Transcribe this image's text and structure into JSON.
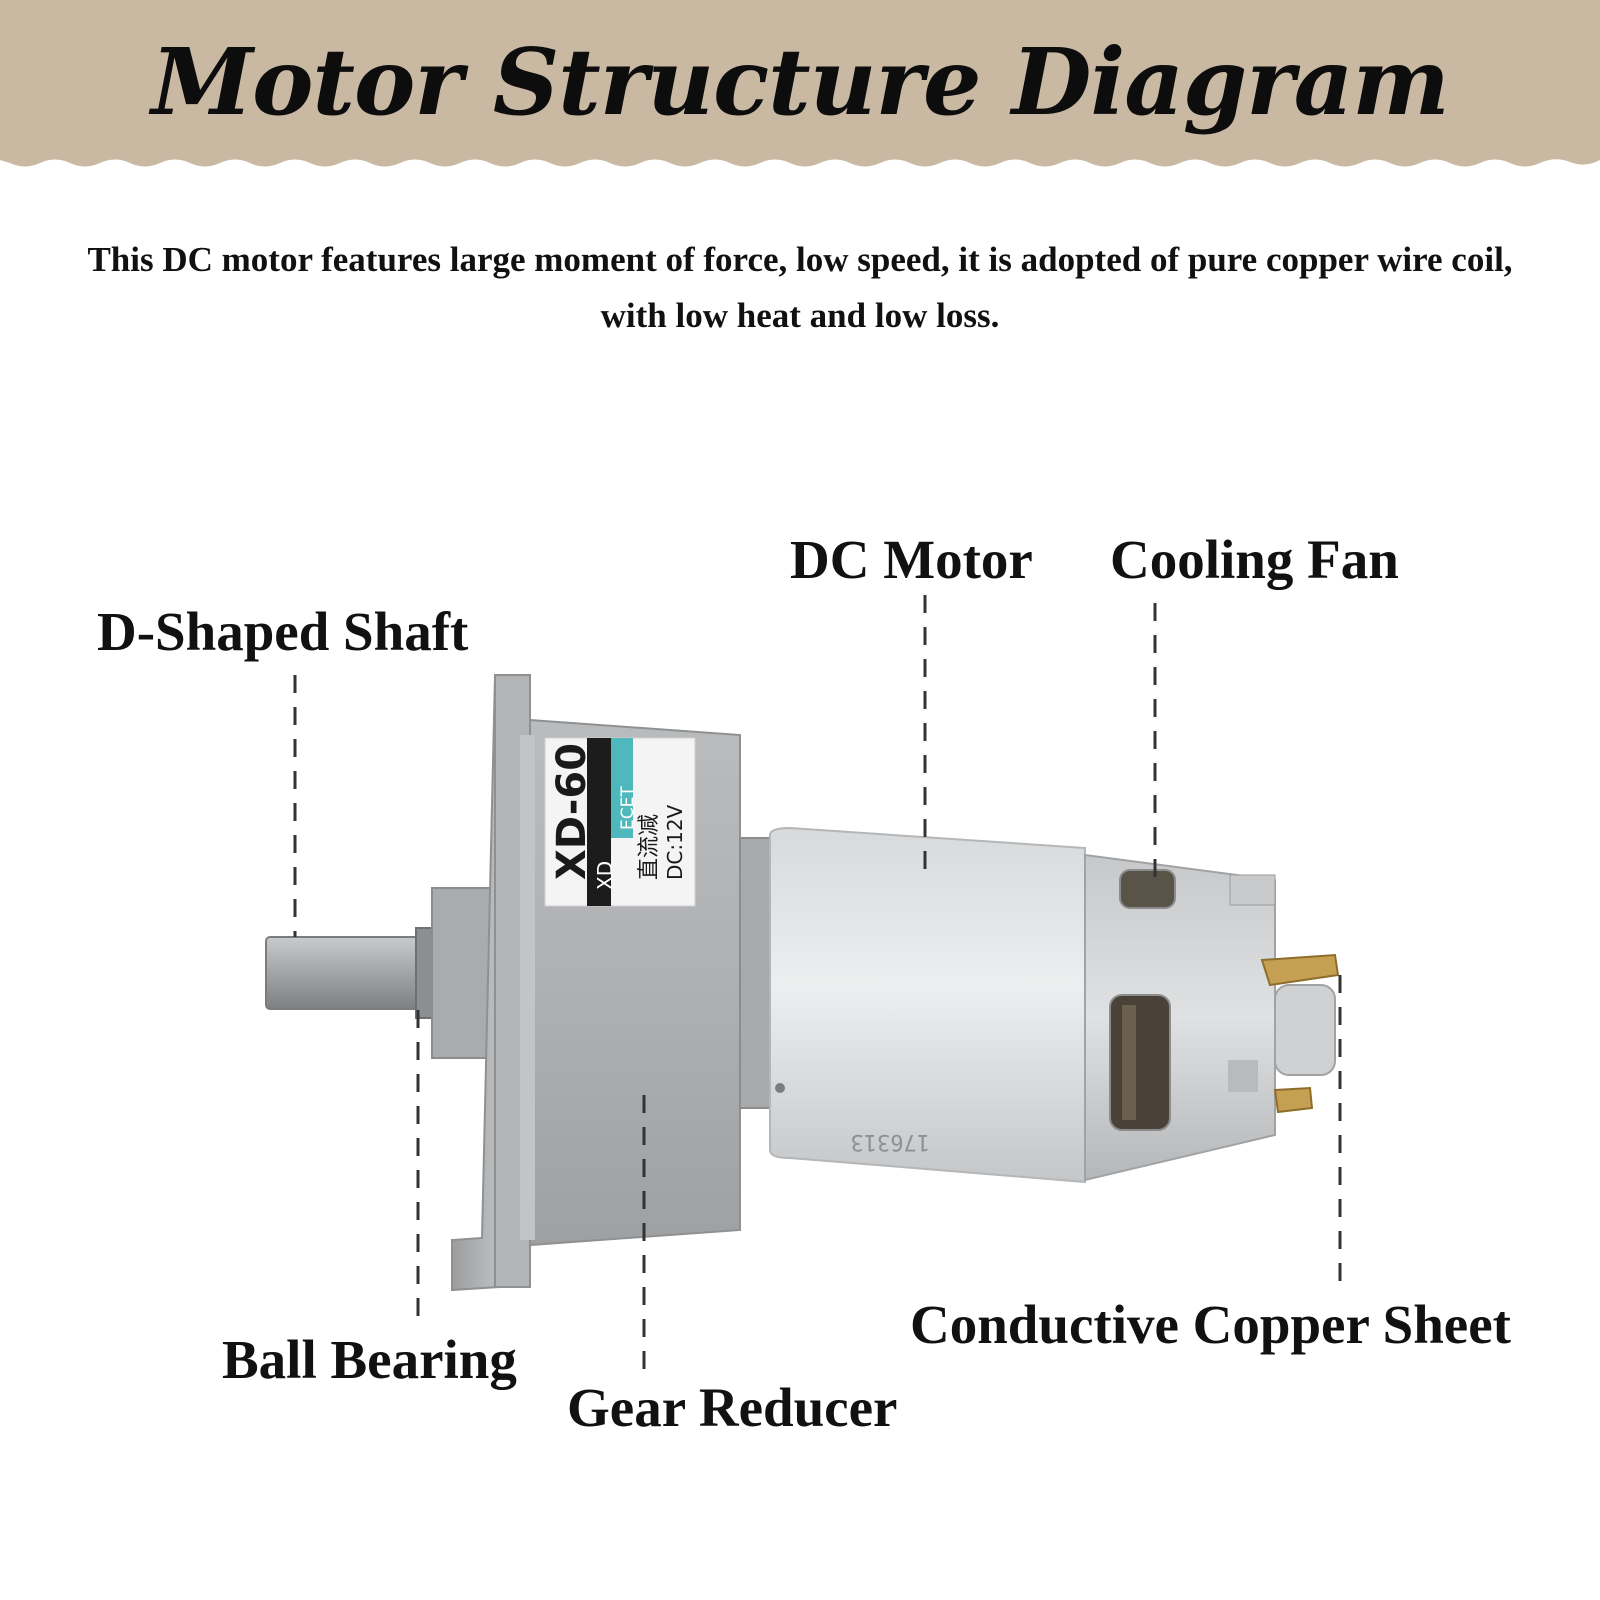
{
  "banner": {
    "title": "Motor Structure Diagram",
    "background_color": "#c9b9a3"
  },
  "description": "This DC motor features large moment of force, low speed, it is adopted of pure copper wire coil, with low heat and low loss.",
  "labels": {
    "dc_motor": "DC Motor",
    "cooling_fan": "Cooling Fan",
    "d_shaped_shaft": "D-Shaped Shaft",
    "ball_bearing": "Ball Bearing",
    "gear_reducer": "Gear Reducer",
    "conductive_copper_sheet": "Conductive Copper Sheet"
  },
  "motor_nameplate": {
    "model": "XD-60",
    "brand": "XD",
    "series": "ECET",
    "chinese_text": "直流减",
    "voltage": "DC:12V",
    "body_serial": "176313"
  }
}
